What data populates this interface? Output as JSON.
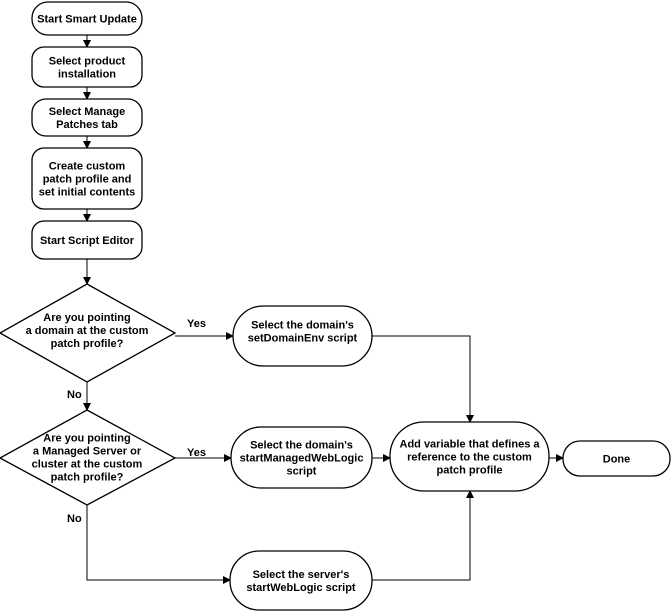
{
  "nodes": {
    "start_smart_update": [
      "Start Smart Update"
    ],
    "select_product": [
      "Select product",
      "installation"
    ],
    "select_manage_patches": [
      "Select Manage",
      "Patches tab"
    ],
    "create_profile": [
      "Create custom",
      "patch profile and",
      "set initial contents"
    ],
    "start_script_editor": [
      "Start Script Editor"
    ],
    "decision_domain": [
      "Are you pointing",
      "a domain at the custom",
      "patch profile?"
    ],
    "select_domain_env": [
      "Select the domain's",
      "setDomainEnv script"
    ],
    "decision_managed": [
      "Are you pointing",
      "a Managed Server or",
      "cluster at the custom",
      "patch profile?"
    ],
    "select_managed_weblogic": [
      "Select the domain's",
      "startManagedWebLogic",
      "script"
    ],
    "add_variable": [
      "Add variable that defines a",
      "reference to the custom",
      "patch profile"
    ],
    "done": [
      "Done"
    ],
    "select_server_weblogic": [
      "Select the server's",
      "startWebLogic script"
    ]
  },
  "labels": {
    "yes_1": "Yes",
    "no_1": "No",
    "yes_2": "Yes",
    "no_2": "No"
  }
}
